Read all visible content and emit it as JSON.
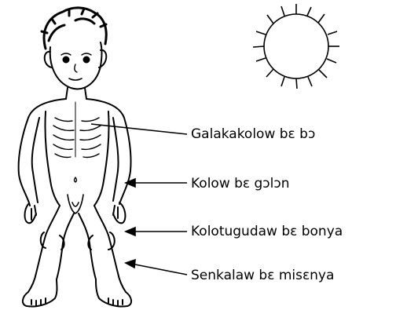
{
  "labels": [
    {
      "text": "Galakakolow bɛ bɔ"
    },
    {
      "text": "Kolow bɛ gɔlɔn"
    },
    {
      "text": "Kolotugudaw bɛ bonya"
    },
    {
      "text": "Senkalaw bɛ misɛnya"
    }
  ],
  "colors": {
    "ink": "#000000",
    "background": "#ffffff"
  }
}
